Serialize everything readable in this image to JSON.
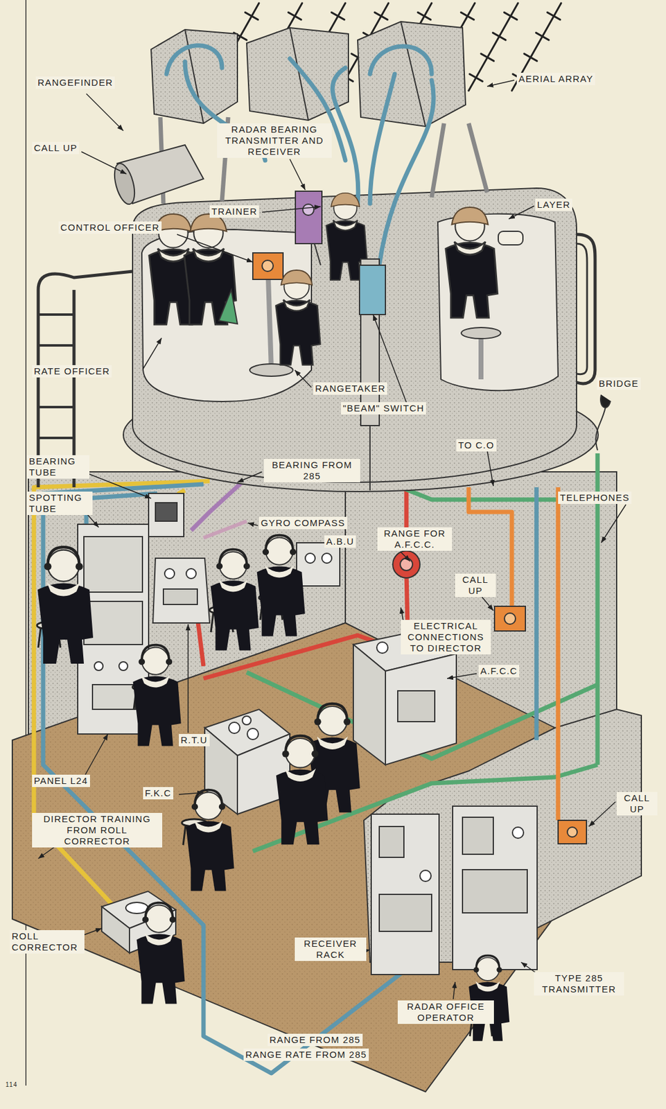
{
  "diagram": {
    "labels": [
      "RANGEFINDER",
      "CALL UP",
      "AERIAL ARRAY",
      "RADAR BEARING TRANSMITTER AND RECEIVER",
      "TRAINER",
      "LAYER",
      "CONTROL OFFICER",
      "RATE OFFICER",
      "RANGETAKER",
      "\"BEAM\" SWITCH",
      "BRIDGE",
      "BEARING FROM 285",
      "TO C.O",
      "TELEPHONES",
      "BEARING TUBE",
      "SPOTTING TUBE",
      "GYRO COMPASS",
      "A.B.U",
      "RANGE FOR A.F.C.C.",
      "CALL UP",
      "ELECTRICAL CONNECTIONS TO DIRECTOR",
      "A.F.C.C",
      "R.T.U",
      "PANEL L24",
      "F.K.C",
      "DIRECTOR TRAINING FROM ROLL CORRECTOR",
      "CALL UP",
      "ROLL CORRECTOR",
      "RECEIVER RACK",
      "TYPE 285 TRANSMITTER",
      "RADAR OFFICE OPERATOR",
      "RANGE FROM 285",
      "RANGE RATE FROM 285",
      "114"
    ]
  }
}
